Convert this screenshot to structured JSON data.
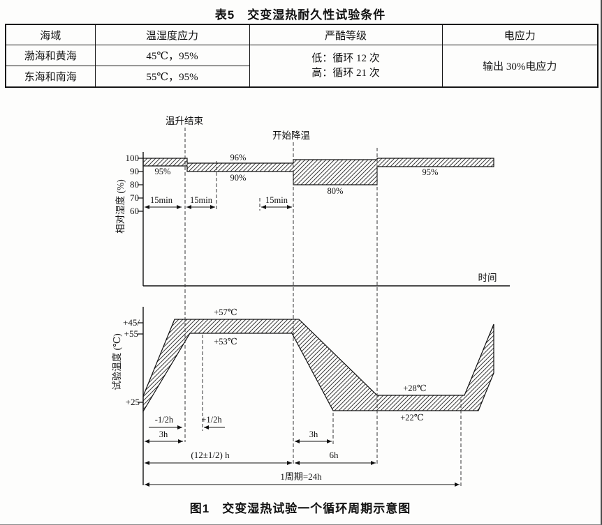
{
  "doc": {
    "table_title": "表5　交变湿热耐久性试验条件",
    "figure_caption": "图1　交变湿热试验一个循环周期示意图"
  },
  "table": {
    "headers": [
      "海域",
      "温湿度应力",
      "严酷等级",
      "电应力"
    ],
    "rows": [
      {
        "sea_area": "渤海和黄海",
        "stress": "45℃，95%"
      },
      {
        "sea_area": "东海和南海",
        "stress": "55℃，95%"
      }
    ],
    "severity": [
      "低：循环 12 次",
      "高：循环 21 次"
    ],
    "electric": "输出 30%电应力"
  },
  "figure": {
    "events": {
      "temp_rise_end": "温升结束",
      "cooling_start": "开始降温"
    },
    "time_axis_label": "时间",
    "humidity": {
      "axis_label": "相对湿度 (%)",
      "ticks": [
        "100",
        "90",
        "80",
        "70",
        "60"
      ],
      "labels": {
        "left95": "95%",
        "top96": "96%",
        "mid90": "90%",
        "low80": "80%",
        "right95": "95%"
      },
      "intervals": [
        "15min",
        "15min",
        "15min"
      ]
    },
    "temperature": {
      "axis_label": "试验温度 (℃)",
      "ticks": {
        "t45": "+45/",
        "t55": "+55",
        "t25": "+25"
      },
      "labels": {
        "p57": "+57℃",
        "p53": "+53℃",
        "p28": "+28℃",
        "p22": "+22℃"
      }
    },
    "timing": {
      "minus_half": "-1/2h",
      "plus_half": "+1/2h",
      "rise_3h": "3h",
      "fall_3h": "3h",
      "plateau_12h": "(12±1/2) h",
      "fall_6h": "6h",
      "cycle_24h": "1周期=24h"
    }
  }
}
